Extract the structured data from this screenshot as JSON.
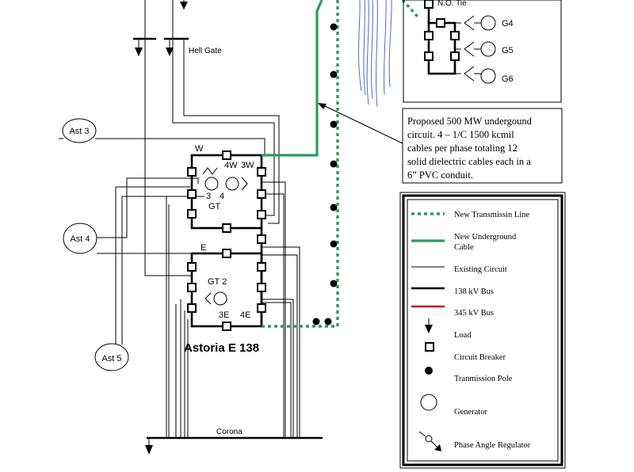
{
  "labels": {
    "no_tie": "N.O. Tie",
    "g4": "G4",
    "g5": "G5",
    "g6": "G6",
    "hell_gate": "Hell Gate",
    "ast3": "Ast 3",
    "ast4": "Ast 4",
    "ast5": "Ast 5",
    "w": "W",
    "w4": "4W",
    "w3": "3W",
    "n3": "3",
    "n4": "4",
    "gt": "GT",
    "e": "E",
    "gt2": "GT 2",
    "e3": "3E",
    "e4": "4E",
    "station": "Astoria E 138",
    "corona": "Corona"
  },
  "callout": {
    "line1": "Proposed 500 MW undergound",
    "line2": "circuit. 4 – 1/C 1500 kcmil",
    "line3": "cables per phase totaling 12",
    "line4": "solid dielectric cables each in a",
    "line5": "6” PVC conduit."
  },
  "legend": {
    "new_transmission": "New Transmissin Line",
    "new_ug_1": "New Underground",
    "new_ug_2": "Cable",
    "existing": "Existing Circuit",
    "bus138": "138 kV  Bus",
    "bus345": "345 kV Bus",
    "load": "Load",
    "breaker": "Circuit Breaker",
    "pole": "Tranmission Pole",
    "generator": "Generator",
    "par": "Phase Angle Regulator"
  },
  "colors": {
    "new_line_green": "#2e9a5e",
    "bus345_red": "#cc0000",
    "wave_blue": "#5566cc"
  }
}
